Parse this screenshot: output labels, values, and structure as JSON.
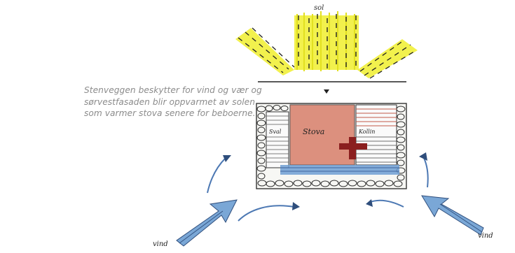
{
  "caption": {
    "lines": [
      "Stenveggen beskytter for vind og vær og",
      "sørvestfasaden blir oppvarmet av solen",
      "som varmer stova senere for beboerne."
    ]
  },
  "diagram": {
    "sun_label": "sol",
    "room_label": "Stova",
    "side_label_left": "Sval",
    "side_label_right": "Kollin",
    "wind_label_left": "vind",
    "wind_label_right": "vind"
  },
  "colors": {
    "sun_yellow": "#f1f03a",
    "room_red": "#d98a78",
    "wind_blue": "#6f9fd3",
    "stone_stroke": "#2a2a2a",
    "caption_gray": "#8b8b8b"
  }
}
